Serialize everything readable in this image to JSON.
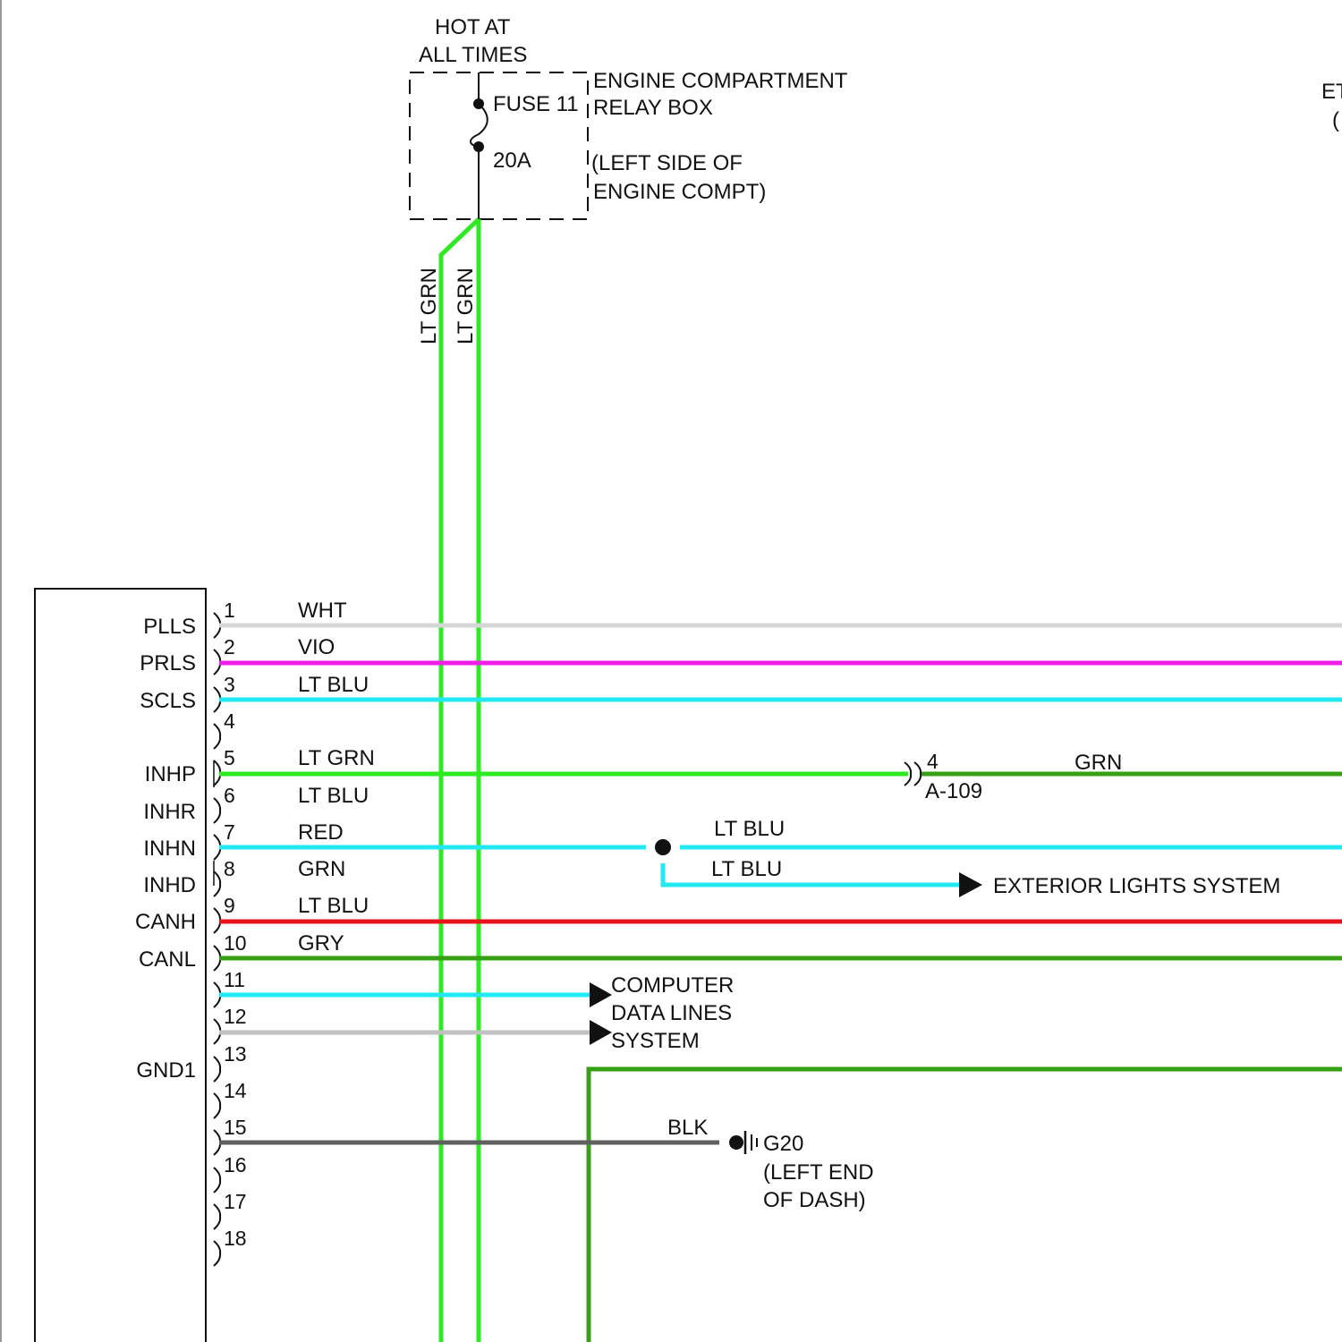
{
  "power_source": {
    "hot_label_line1": "HOT AT",
    "hot_label_line2": "ALL TIMES",
    "fuse_label": "FUSE 11",
    "fuse_rating": "20A",
    "relay_box_line1": "ENGINE COMPARTMENT",
    "relay_box_line2": "RELAY BOX",
    "location_line1": "(LEFT SIDE OF",
    "location_line2": "ENGINE COMPT)",
    "feed_wire_1": "LT GRN",
    "feed_wire_2": "LT GRN",
    "edge_fragment_1": "ET",
    "edge_fragment_2": "("
  },
  "module": {
    "terminals": [
      {
        "pin": "1",
        "name": "PLLS",
        "wire": "WHT"
      },
      {
        "pin": "2",
        "name": "PRLS",
        "wire": "VIO"
      },
      {
        "pin": "3",
        "name": "SCLS",
        "wire": "LT BLU"
      },
      {
        "pin": "4",
        "name": "",
        "wire": ""
      },
      {
        "pin": "5",
        "name": "INHP",
        "wire": "LT GRN"
      },
      {
        "pin": "6",
        "name": "INHR",
        "wire": "LT BLU"
      },
      {
        "pin": "7",
        "name": "INHN",
        "wire": "RED"
      },
      {
        "pin": "8",
        "name": "INHD",
        "wire": "GRN"
      },
      {
        "pin": "9",
        "name": "CANH",
        "wire": "LT BLU"
      },
      {
        "pin": "10",
        "name": "CANL",
        "wire": "GRY"
      },
      {
        "pin": "11",
        "name": "",
        "wire": ""
      },
      {
        "pin": "12",
        "name": "",
        "wire": ""
      },
      {
        "pin": "13",
        "name": "GND1",
        "wire": ""
      },
      {
        "pin": "14",
        "name": "",
        "wire": ""
      },
      {
        "pin": "15",
        "name": "",
        "wire": ""
      },
      {
        "pin": "16",
        "name": "",
        "wire": ""
      },
      {
        "pin": "17",
        "name": "",
        "wire": ""
      },
      {
        "pin": "18",
        "name": "",
        "wire": ""
      }
    ]
  },
  "connector_a109": {
    "pin": "4",
    "name": "A-109",
    "out_wire": "GRN"
  },
  "splice": {
    "wire_top": "LT BLU",
    "wire_branch": "LT BLU",
    "destination": "EXTERIOR LIGHTS SYSTEM"
  },
  "data_lines": {
    "line1": "COMPUTER",
    "line2": "DATA LINES",
    "line3": "SYSTEM"
  },
  "ground": {
    "wire": "BLK",
    "name": "G20",
    "location_line1": "(LEFT END",
    "location_line2": "OF DASH)"
  },
  "colors": {
    "wht": "#d6d6d6",
    "vio": "#ee1ee8",
    "lt_blu": "#22e8f4",
    "lt_grn": "#2eea22",
    "grn": "#36a014",
    "red": "#e8141c",
    "gry": "#c0c0c0",
    "blk": "#606060"
  }
}
